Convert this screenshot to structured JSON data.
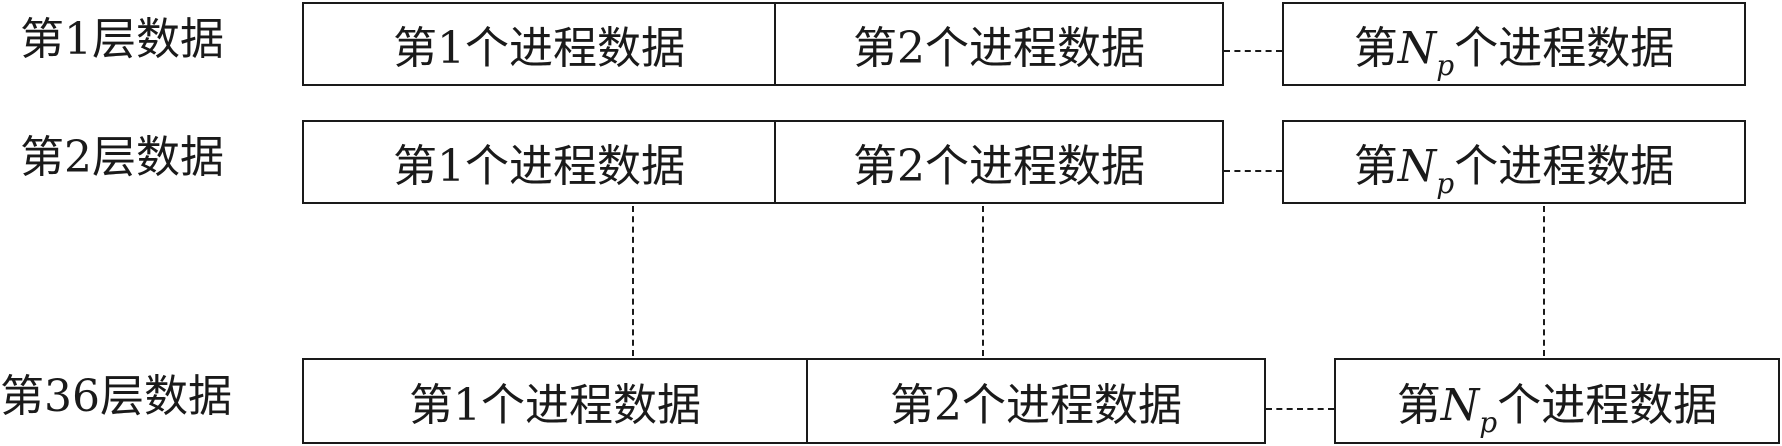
{
  "rows": [
    {
      "label": "第1层数据",
      "seg1": "第1个进程数据",
      "seg2": "第2个进程数据",
      "segN_pre": "第",
      "segN_var": "N",
      "segN_sub": "p",
      "segN_post": "个进程数据"
    },
    {
      "label": "第2层数据",
      "seg1": "第1个进程数据",
      "seg2": "第2个进程数据",
      "segN_pre": "第",
      "segN_var": "N",
      "segN_sub": "p",
      "segN_post": "个进程数据"
    },
    {
      "label": "第36层数据",
      "seg1": "第1个进程数据",
      "seg2": "第2个进程数据",
      "segN_pre": "第",
      "segN_var": "N",
      "segN_sub": "p",
      "segN_post": "个进程数据"
    }
  ]
}
